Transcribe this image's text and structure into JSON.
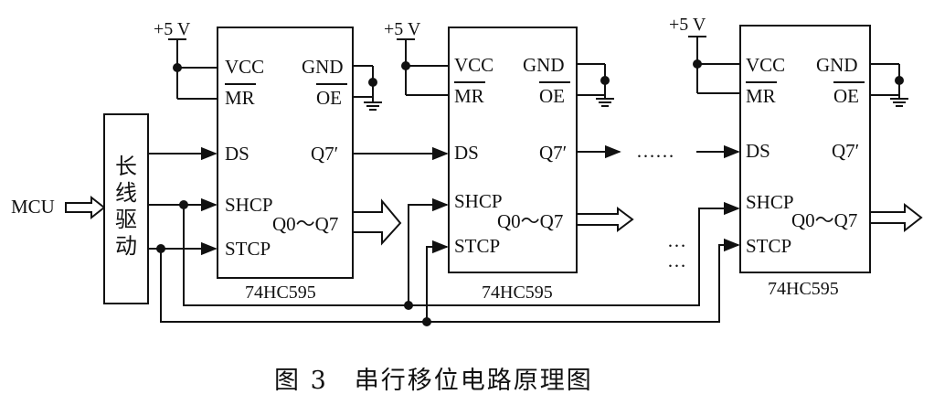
{
  "source_label": "MCU",
  "driver_label": "长线驱动",
  "supply_label": "+5 V",
  "chips": [
    {
      "name": "74HC595",
      "pins": {
        "vcc": "VCC",
        "gnd": "GND",
        "mr": "MR",
        "oe": "OE",
        "ds": "DS",
        "q7": "Q7′",
        "shcp": "SHCP",
        "stcp": "STCP",
        "q0q7": "Q0～Q7"
      }
    },
    {
      "name": "74HC595",
      "pins": {
        "vcc": "VCC",
        "gnd": "GND",
        "mr": "MR",
        "oe": "OE",
        "ds": "DS",
        "q7": "Q7′",
        "shcp": "SHCP",
        "stcp": "STCP",
        "q0q7": "Q0～Q7"
      }
    },
    {
      "name": "74HC595",
      "pins": {
        "vcc": "VCC",
        "gnd": "GND",
        "mr": "MR",
        "oe": "OE",
        "ds": "DS",
        "q7": "Q7′",
        "shcp": "SHCP",
        "stcp": "STCP",
        "q0q7": "Q0～Q7"
      }
    }
  ],
  "ellipsis_horizontal": "……",
  "ellipsis_vertical_1": "…",
  "ellipsis_vertical_2": "…",
  "caption": "图 3　串行移位电路原理图"
}
